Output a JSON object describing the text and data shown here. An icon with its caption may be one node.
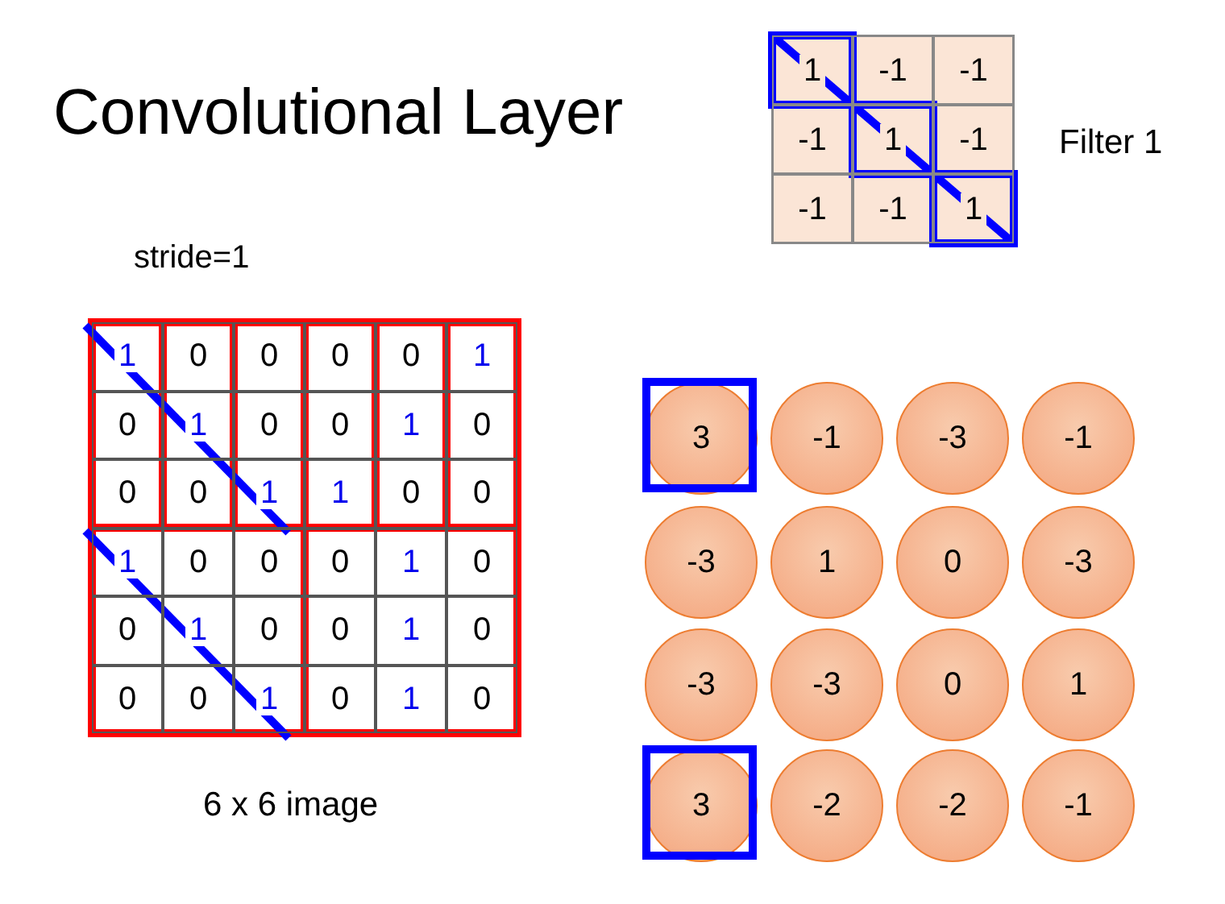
{
  "diagram": {
    "title": "Convolutional Layer",
    "nodes": [
      {
        "text": [
          "3"
        ]
      },
      {
        "text": [
          "-1"
        ]
      },
      {
        "text": [
          "-3"
        ]
      },
      {
        "text": [
          "-1"
        ]
      },
      {
        "text": [
          "-3"
        ]
      },
      {
        "text": [
          "1"
        ]
      },
      {
        "text": [
          "0"
        ]
      },
      {
        "text": [
          "-3"
        ]
      },
      {
        "text": [
          "-3"
        ]
      },
      {
        "text": [
          "-3"
        ]
      },
      {
        "text": [
          "0"
        ]
      },
      {
        "text": [
          "1"
        ]
      },
      {
        "text": [
          "3"
        ]
      },
      {
        "text": [
          "-2"
        ]
      },
      {
        "text": [
          "-2"
        ]
      },
      {
        "text": [
          "-1"
        ]
      }
    ],
    "edges": [],
    "labels": [
      "1",
      "-1",
      "-1",
      "-1",
      "1",
      "-1",
      "-1",
      "-1",
      "1",
      "Filter 1",
      "stride=1",
      "1",
      "0",
      "0",
      "0",
      "0",
      "1",
      "0",
      "1",
      "0",
      "0",
      "1",
      "0",
      "0",
      "0",
      "1",
      "1",
      "0",
      "0",
      "1",
      "0",
      "0",
      "0",
      "1",
      "0",
      "0",
      "1",
      "0",
      "0",
      "1",
      "0",
      "0",
      "0",
      "1",
      "0",
      "1",
      "0",
      "6 x 6 image"
    ]
  }
}
